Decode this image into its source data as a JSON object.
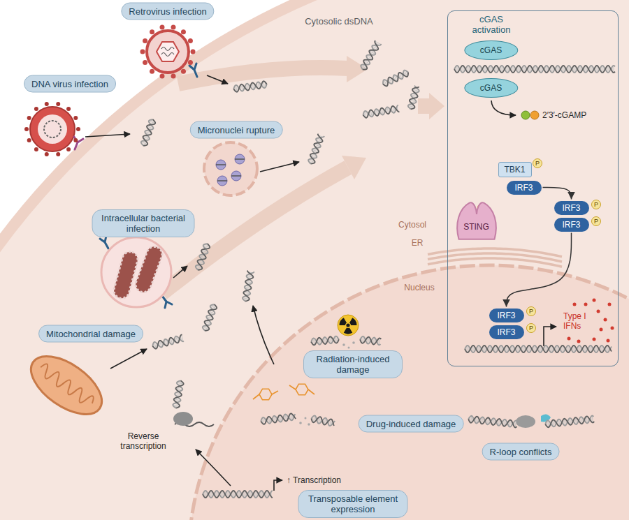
{
  "diagram": {
    "nodes": [
      {
        "text": [
          "Retrovirus infection"
        ]
      },
      {
        "text": [
          "DNA virus infection"
        ]
      },
      {
        "text": [
          "Micronuclei rupture"
        ]
      },
      {
        "text": [
          "Intracellular bacterial infection"
        ]
      },
      {
        "text": [
          "Mitochondrial damage"
        ]
      },
      {
        "text": [
          "Radiation-induced damage"
        ]
      },
      {
        "text": [
          "Drug-induced damage"
        ]
      },
      {
        "text": [
          "R-loop conflicts"
        ]
      },
      {
        "text": [
          "Transposable element expression"
        ]
      },
      {
        "text": [
          "cGAS activation"
        ]
      },
      {
        "text": [
          "cGAS"
        ],
        "in": 9
      },
      {
        "text": [
          "cGAS"
        ],
        "in": 9
      },
      {
        "text": [
          "STING"
        ],
        "in": 9
      },
      {
        "text": [
          "TBK1"
        ],
        "in": 9
      },
      {
        "text": [
          "IRF3"
        ],
        "in": 9
      },
      {
        "text": [
          "IRF3"
        ],
        "in": 9
      },
      {
        "text": [
          "IRF3"
        ],
        "in": 9
      },
      {
        "text": [
          "IRF3"
        ],
        "in": 9
      },
      {
        "text": [
          "IRF3"
        ],
        "in": 9
      }
    ],
    "edges": [
      {
        "from": 14,
        "to": 15,
        "arrow": "to"
      },
      {
        "from": 16,
        "to": 17,
        "arrow": "to"
      }
    ],
    "labels": [
      "Cytosolic dsDNA",
      "2′3′-cGAMP",
      "P",
      "P",
      "P",
      "P",
      "P",
      "Cytosol",
      "ER",
      "Nucleus",
      "Reverse transcription",
      "↑ Transcription",
      "Type I IFNs"
    ]
  }
}
